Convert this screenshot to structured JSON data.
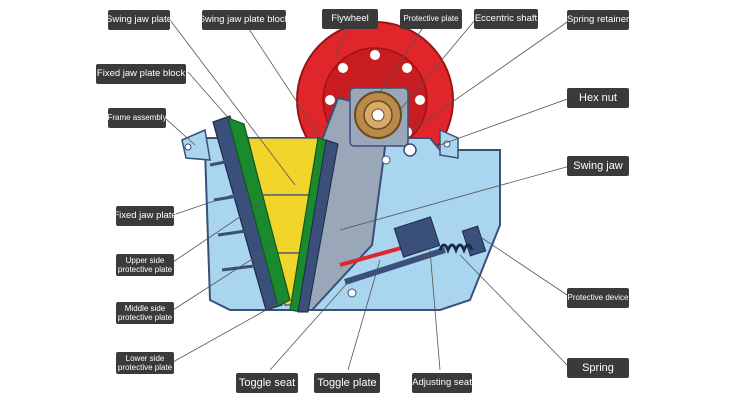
{
  "colors": {
    "frame": "#a9d5ee",
    "frame_stroke": "#3a4f7a",
    "flywheel": "#e0262a",
    "jaw_plate": "#1b8a2f",
    "side_plate": "#f2d52a",
    "swing_jaw": "#9aa7b8",
    "toggle_rod": "#e0262a",
    "leader_line": "#555555",
    "label_bg": "#3a3a3a",
    "label_text": "#ffffff"
  },
  "labels": {
    "swing_jaw_plate": "Swing jaw plate",
    "swing_jaw_plate_block": "Swing jaw plate block",
    "flywheel": "Flywheel",
    "protective_plate": "Protective plate",
    "eccentric_shaft": "Eccentric shaft",
    "spring_retainer": "Spring retainer",
    "fixed_jaw_plate_block": "Fixed jaw plate block",
    "frame_assembly": "Frame assembly",
    "hex_nut": "Hex nut",
    "swing_jaw": "Swing jaw",
    "fixed_jaw_plate": "Fixed jaw plate",
    "upper_side_protective_plate": [
      "Upper side",
      "protective plate"
    ],
    "middle_side_protective_plate": [
      "Middle side",
      "protective plate"
    ],
    "lower_side_protective_plate": [
      "Lower side",
      "protective plate"
    ],
    "protective_device": "Protective device",
    "spring": "Spring",
    "toggle_seat": "Toggle seat",
    "toggle_plate": "Toggle plate",
    "adjusting_seat": "Adjusting seat"
  }
}
